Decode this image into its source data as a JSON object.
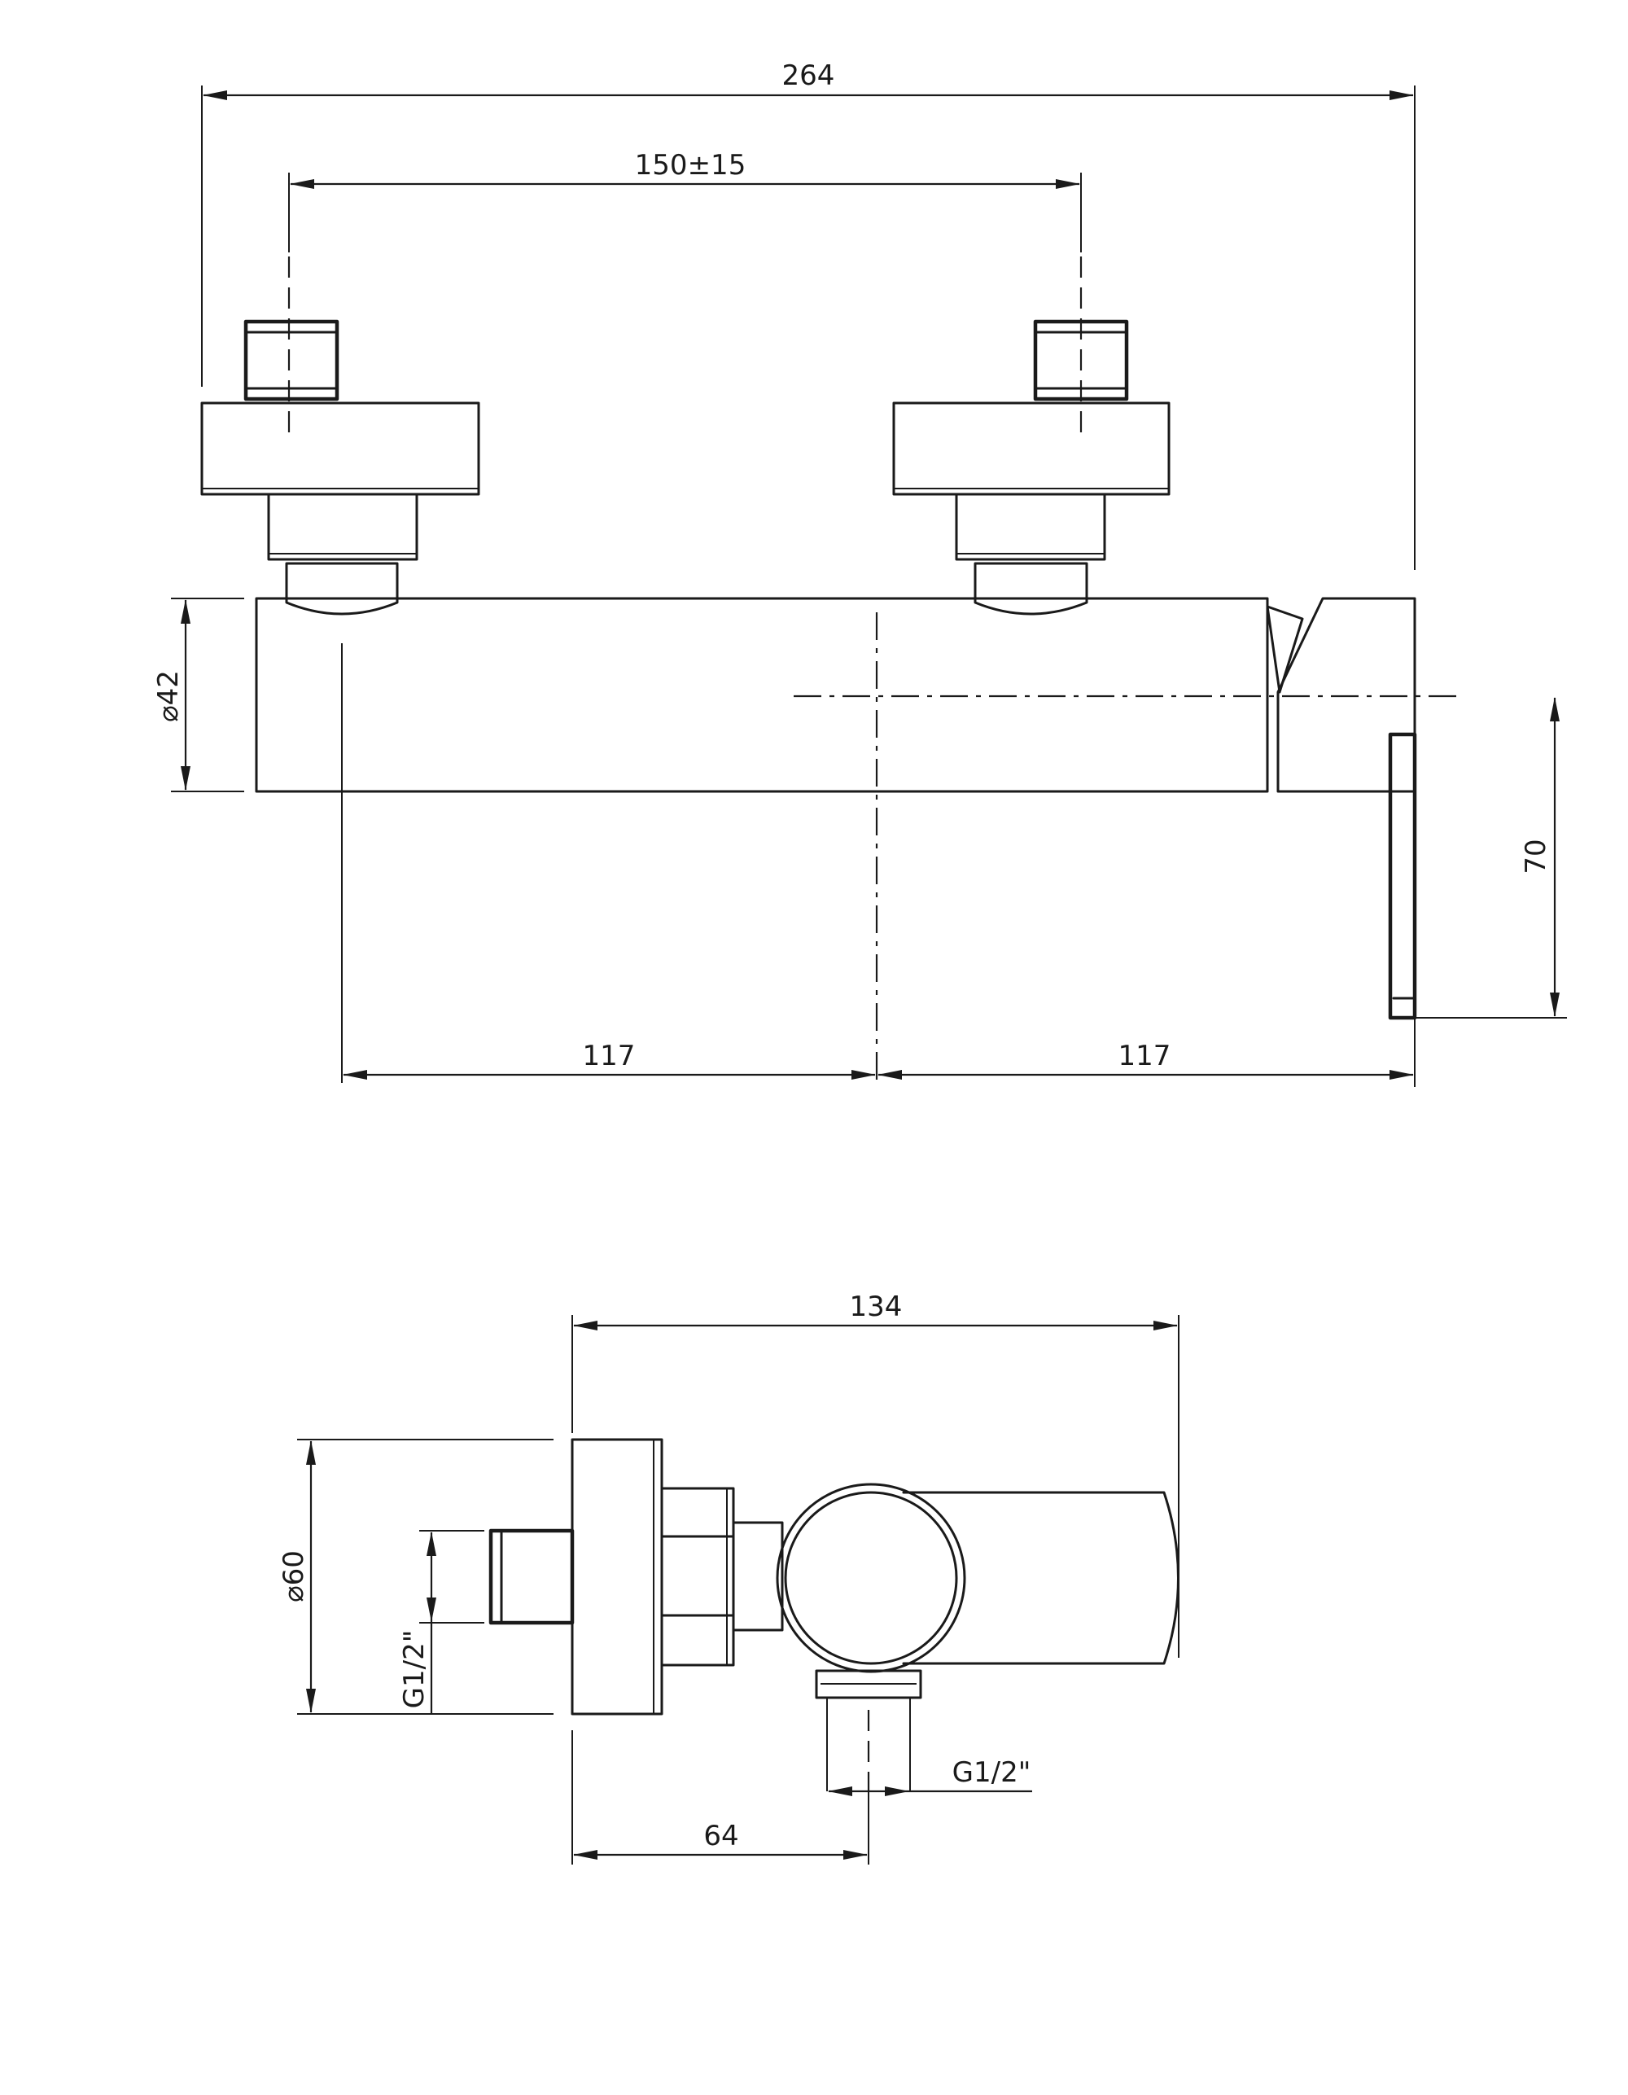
{
  "dimensions": {
    "overall_width": "264",
    "inlet_spacing": "150±15",
    "body_diameter": "⌀42",
    "outlet_height": "70",
    "left_offset": "117",
    "right_offset": "117",
    "side_depth": "134",
    "flange_diameter": "⌀60",
    "inlet_thread": "G1/2\"",
    "outlet_thread": "G1/2\"",
    "outlet_offset": "64"
  },
  "colors": {
    "line": "#1a1a1a",
    "background": "#ffffff"
  }
}
